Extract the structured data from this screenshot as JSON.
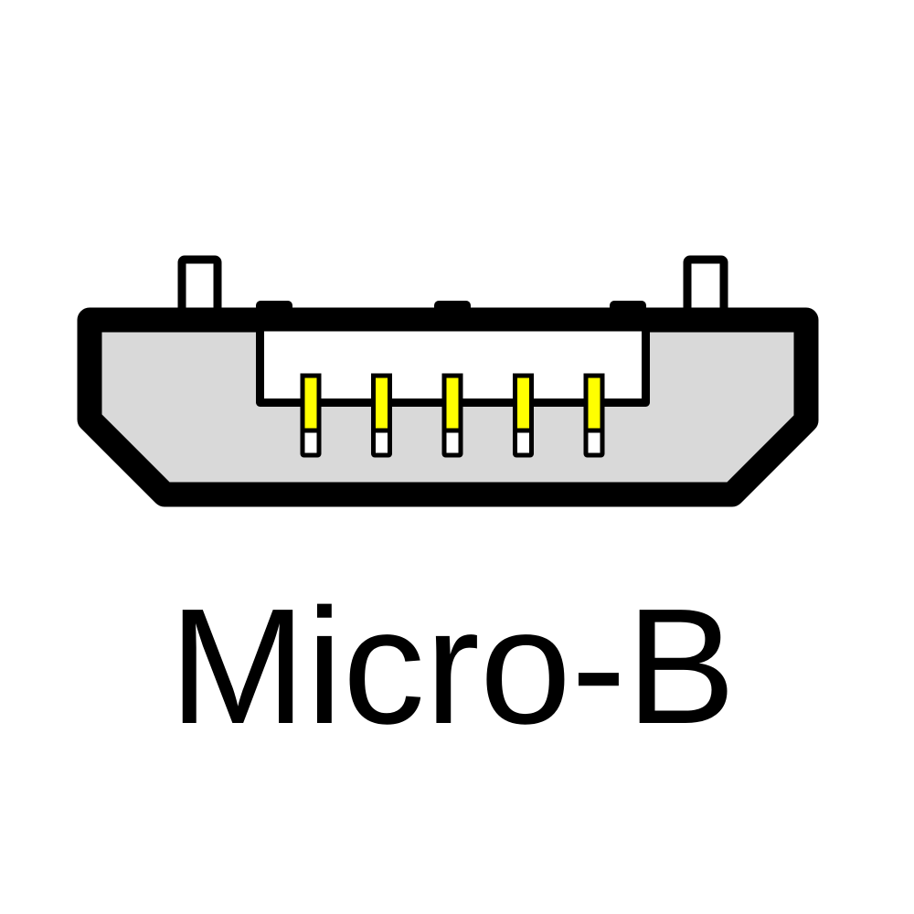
{
  "title": "Micro-B",
  "diagram": {
    "connector_type": "USB Micro-B receptacle",
    "pin_count": 5,
    "colors": {
      "shell_outline": "#000000",
      "shell_fill": "#d9d9d9",
      "socket_fill": "#ffffff",
      "pin_contact": "#ffff00",
      "pin_base": "#ffffff"
    }
  }
}
